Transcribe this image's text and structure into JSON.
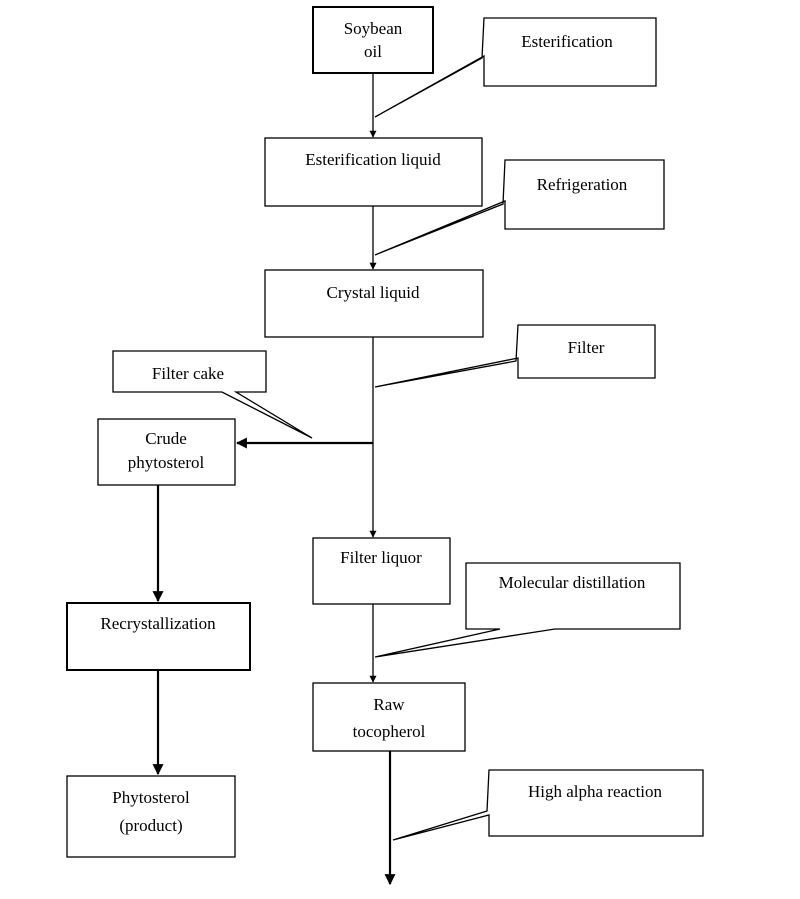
{
  "nodes": {
    "soybean_oil": [
      "Soybean",
      "oil"
    ],
    "esterification_liquid": "Esterification liquid",
    "crystal_liquid": "Crystal liquid",
    "crude_phytosterol": [
      "Crude",
      "phytosterol"
    ],
    "recrystallization": "Recrystallization",
    "phytosterol_product": [
      "Phytosterol",
      "(product)"
    ],
    "filter_liquor": "Filter liquor",
    "raw_tocopherol": [
      "Raw",
      "tocopherol"
    ]
  },
  "callouts": {
    "esterification": "Esterification",
    "refrigeration": "Refrigeration",
    "filter": "Filter",
    "filter_cake": "Filter cake",
    "molecular_distillation": "Molecular distillation",
    "high_alpha_reaction": "High alpha reaction"
  }
}
